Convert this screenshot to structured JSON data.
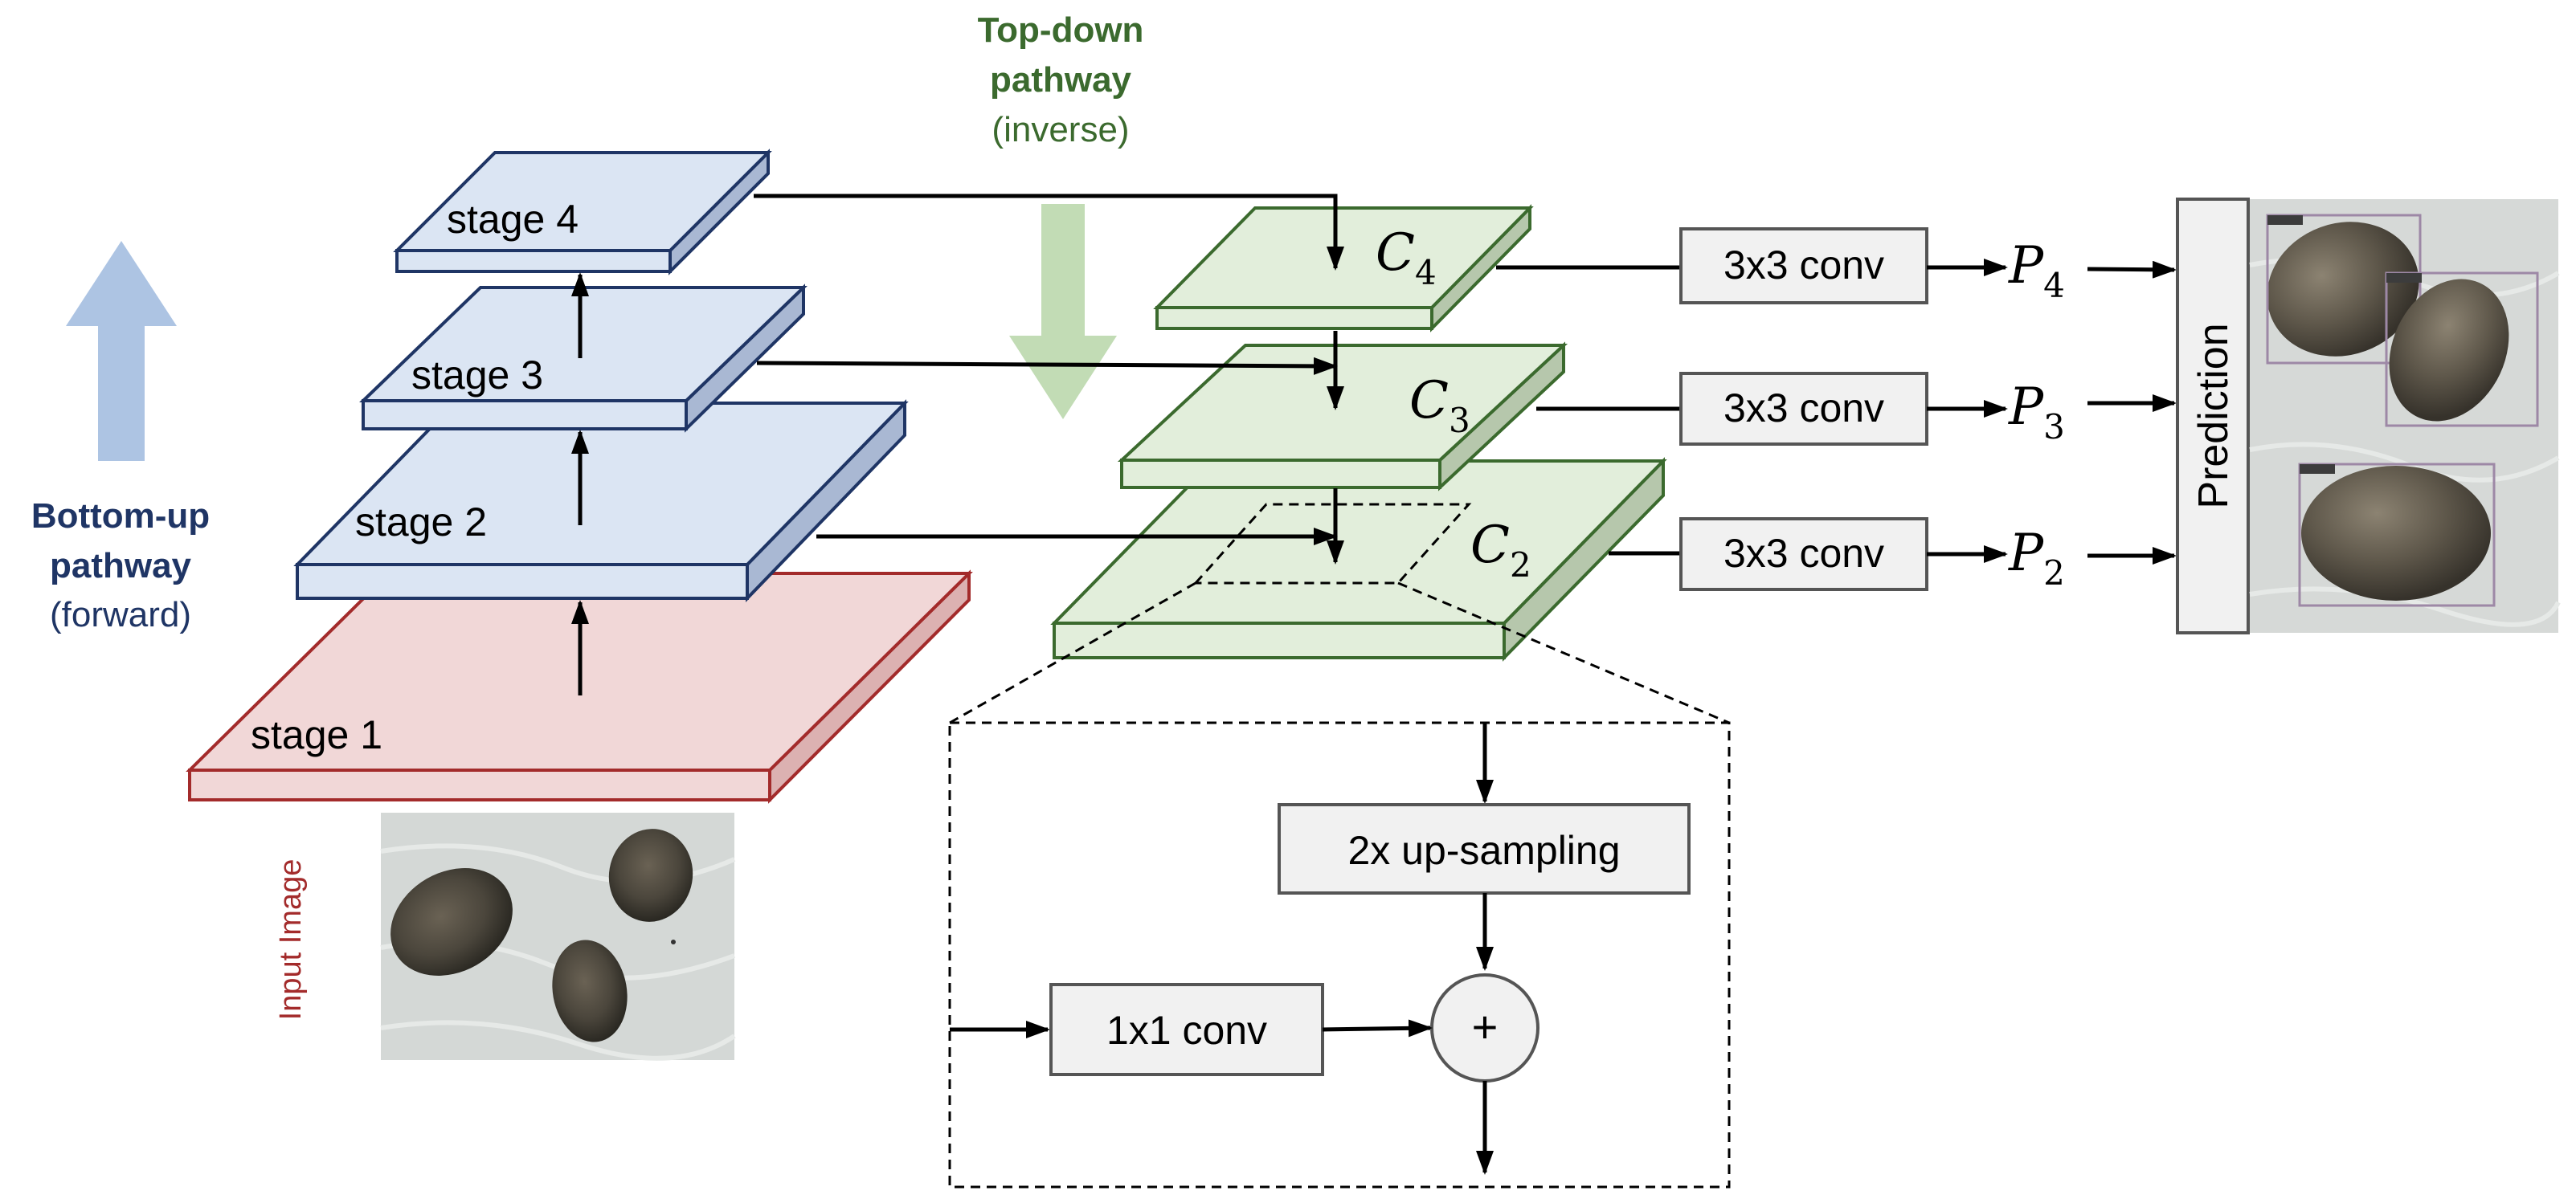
{
  "colors": {
    "blue_face": "#dbe5f3",
    "blue_side": "#a9b8d3",
    "blue_edge": "#1f3565",
    "red_face": "#f1d7d7",
    "red_side": "#dcb1b1",
    "red_edge": "#a32b2b",
    "green_face": "#e2eedb",
    "green_side": "#b6c7ac",
    "green_edge": "#3b6a2e",
    "bottom_up_arrow": "#adc4e3",
    "top_down_arrow": "#c2dcb5",
    "bottom_up_text": "#1f3565",
    "top_down_text": "#3b6a2e",
    "input_text": "#a32b2b",
    "box_fill": "#f1f1f1",
    "box_edge": "#555555"
  },
  "labels": {
    "bottom_up_title": "Bottom-up",
    "bottom_up_title2": "pathway",
    "bottom_up_sub": "(forward)",
    "top_down_title": "Top-down",
    "top_down_title2": "pathway",
    "top_down_sub": "(inverse)",
    "input_image": "Input Image",
    "prediction": "Prediction"
  },
  "stages": [
    "stage 1",
    "stage 2",
    "stage 3",
    "stage 4"
  ],
  "c_layers": [
    {
      "base": "C",
      "sub": "4"
    },
    {
      "base": "C",
      "sub": "3"
    },
    {
      "base": "C",
      "sub": "2"
    }
  ],
  "conv_boxes": [
    "3x3 conv",
    "3x3 conv",
    "3x3 conv"
  ],
  "p_outputs": [
    {
      "base": "P",
      "sub": "4"
    },
    {
      "base": "P",
      "sub": "3"
    },
    {
      "base": "P",
      "sub": "2"
    }
  ],
  "detail": {
    "upsample": "2x up-sampling",
    "conv1x1": "1x1 conv",
    "plus": "+"
  }
}
